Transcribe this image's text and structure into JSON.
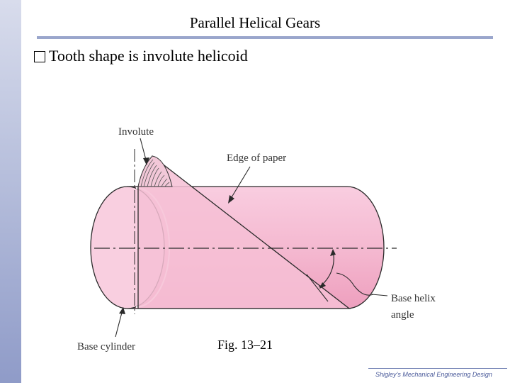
{
  "slide": {
    "title": "Parallel Helical Gears",
    "bullet": "Tooth shape is involute helicoid",
    "caption": "Fig. 13–21",
    "footer": "Shigley’s Mechanical Engineering Design"
  },
  "figure": {
    "labels": {
      "involute": "Involute",
      "edge_of_paper": "Edge of paper",
      "base_helix_line1": "Base helix",
      "base_helix_line2": "angle",
      "base_cylinder": "Base cylinder"
    },
    "colors": {
      "cylinder": "#f6bdd3",
      "cylinder_dark": "#eda4c0",
      "paper": "#f8c6d8",
      "outline": "#2a2a2a",
      "band": "#8f9bc8"
    }
  }
}
